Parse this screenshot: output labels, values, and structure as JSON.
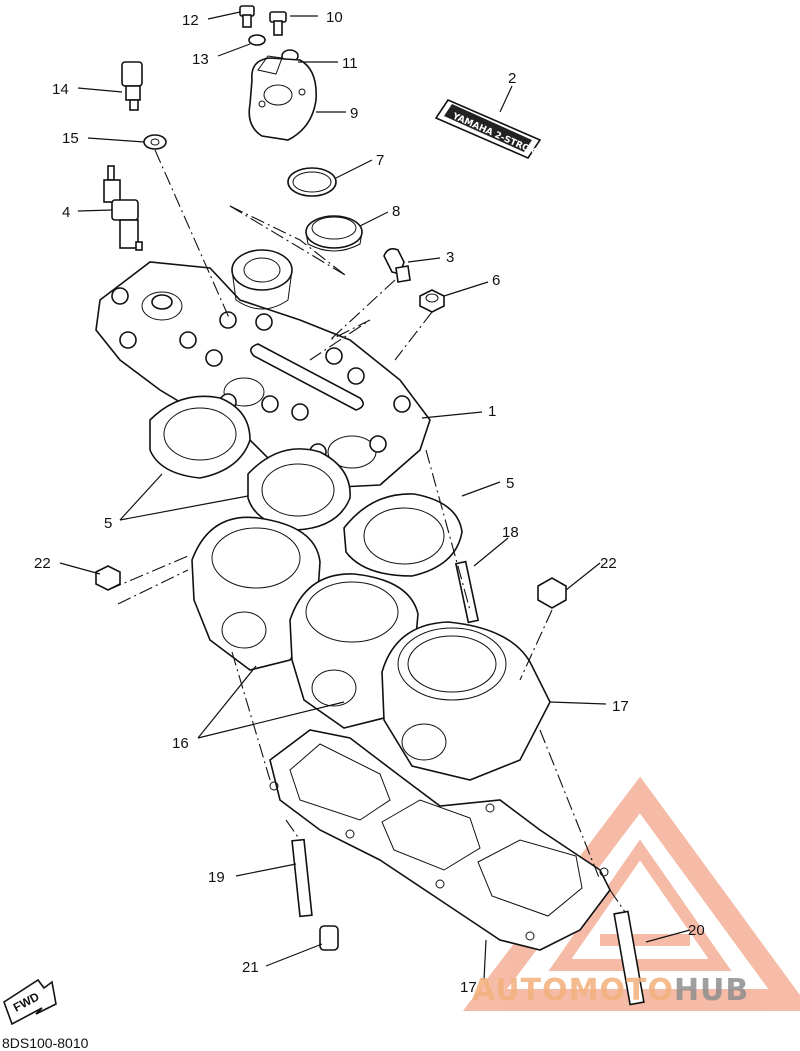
{
  "diagram": {
    "part_labels": {
      "p1": "1",
      "p2": "2",
      "p3": "3",
      "p4": "4",
      "p5a": "5",
      "p5b": "5",
      "p6": "6",
      "p7": "7",
      "p8": "8",
      "p9": "9",
      "p10": "10",
      "p11": "11",
      "p12": "12",
      "p13": "13",
      "p14": "14",
      "p15": "15",
      "p16": "16",
      "p17a": "17",
      "p17b": "17",
      "p18": "18",
      "p19": "19",
      "p20": "20",
      "p21": "21",
      "p22a": "22",
      "p22b": "22"
    },
    "fwd_label": "FWD",
    "decal_text": "YAMAHA 2-STROKE",
    "drawing_code": "8DS100-8010"
  },
  "watermark": {
    "brand_part1": "AUTOMOTO",
    "brand_part2": "HUB",
    "color_primary": "#f4a58a",
    "color_secondary": "#8e8e8e",
    "logo_icon": "triangle-a-logo"
  }
}
